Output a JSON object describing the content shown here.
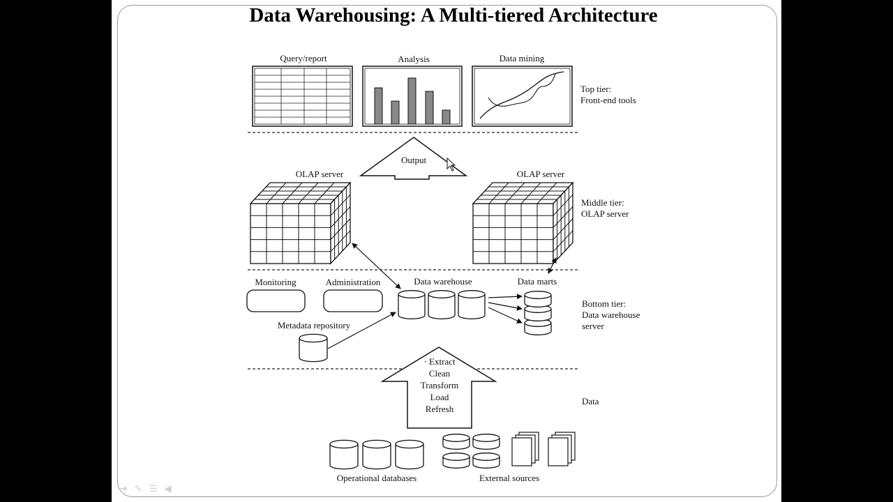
{
  "title": "Data Warehousing: A Multi-tiered Architecture",
  "top_tools": {
    "query": "Query/report",
    "analysis": "Analysis",
    "mining": "Data mining"
  },
  "tiers": {
    "top": [
      "Top tier:",
      "Front-end tools"
    ],
    "middle": [
      "Middle tier:",
      "OLAP server"
    ],
    "bottom": [
      "Bottom tier:",
      "Data warehouse",
      "server"
    ],
    "data": "Data"
  },
  "output": "Output",
  "olap_left": "OLAP server",
  "olap_right": "OLAP server",
  "monitoring": "Monitoring",
  "administration": "Administration",
  "data_warehouse": "Data warehouse",
  "data_marts": "Data marts",
  "metadata": "Metadata repository",
  "etl": [
    "· Extract",
    "Clean",
    "Transform",
    "Load",
    "Refresh"
  ],
  "operational_db": "Operational databases",
  "external_sources": "External sources",
  "icons": [
    "arrow-icon",
    "pen-icon",
    "menu-icon",
    "speaker-icon",
    "mouse-cursor-icon"
  ]
}
